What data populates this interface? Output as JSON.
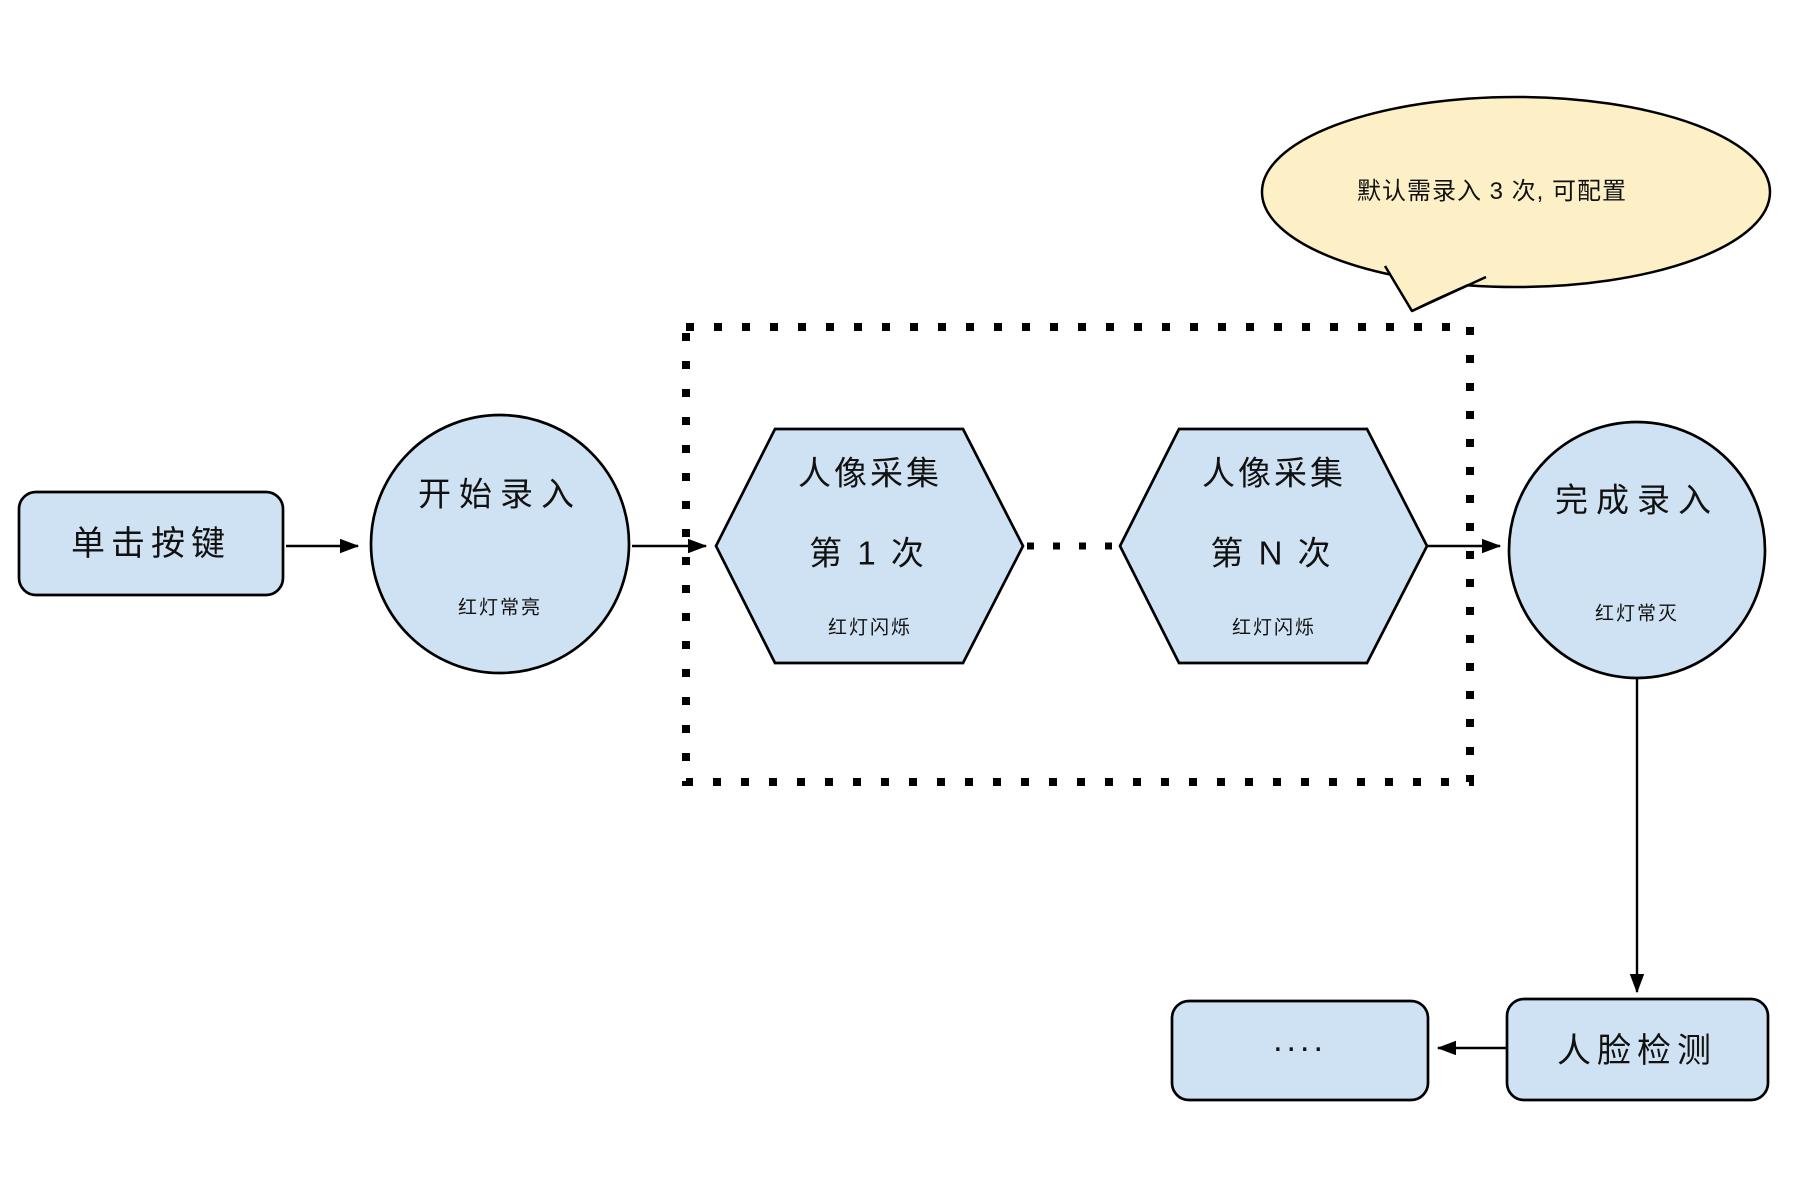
{
  "diagram": {
    "colors": {
      "node_fill": "#cfe2f3",
      "node_stroke": "#000000",
      "callout_fill": "#fdf0c6",
      "callout_stroke": "#000000",
      "text": "#111111"
    },
    "nodes": {
      "click_button": {
        "label": "单击按键"
      },
      "start_enroll": {
        "title": "开始录入",
        "subtitle": "红灯常亮"
      },
      "capture_first": {
        "title": "人像采集",
        "middle": "第 1 次",
        "subtitle": "红灯闪烁"
      },
      "capture_nth": {
        "title": "人像采集",
        "middle": "第 N 次",
        "subtitle": "红灯闪烁"
      },
      "finish_enroll": {
        "title": "完成录入",
        "subtitle": "红灯常灭"
      },
      "face_detect": {
        "label": "人脸检测"
      },
      "more": {
        "label": "...."
      }
    },
    "callout": {
      "text": "默认需录入 3 次, 可配置"
    }
  }
}
